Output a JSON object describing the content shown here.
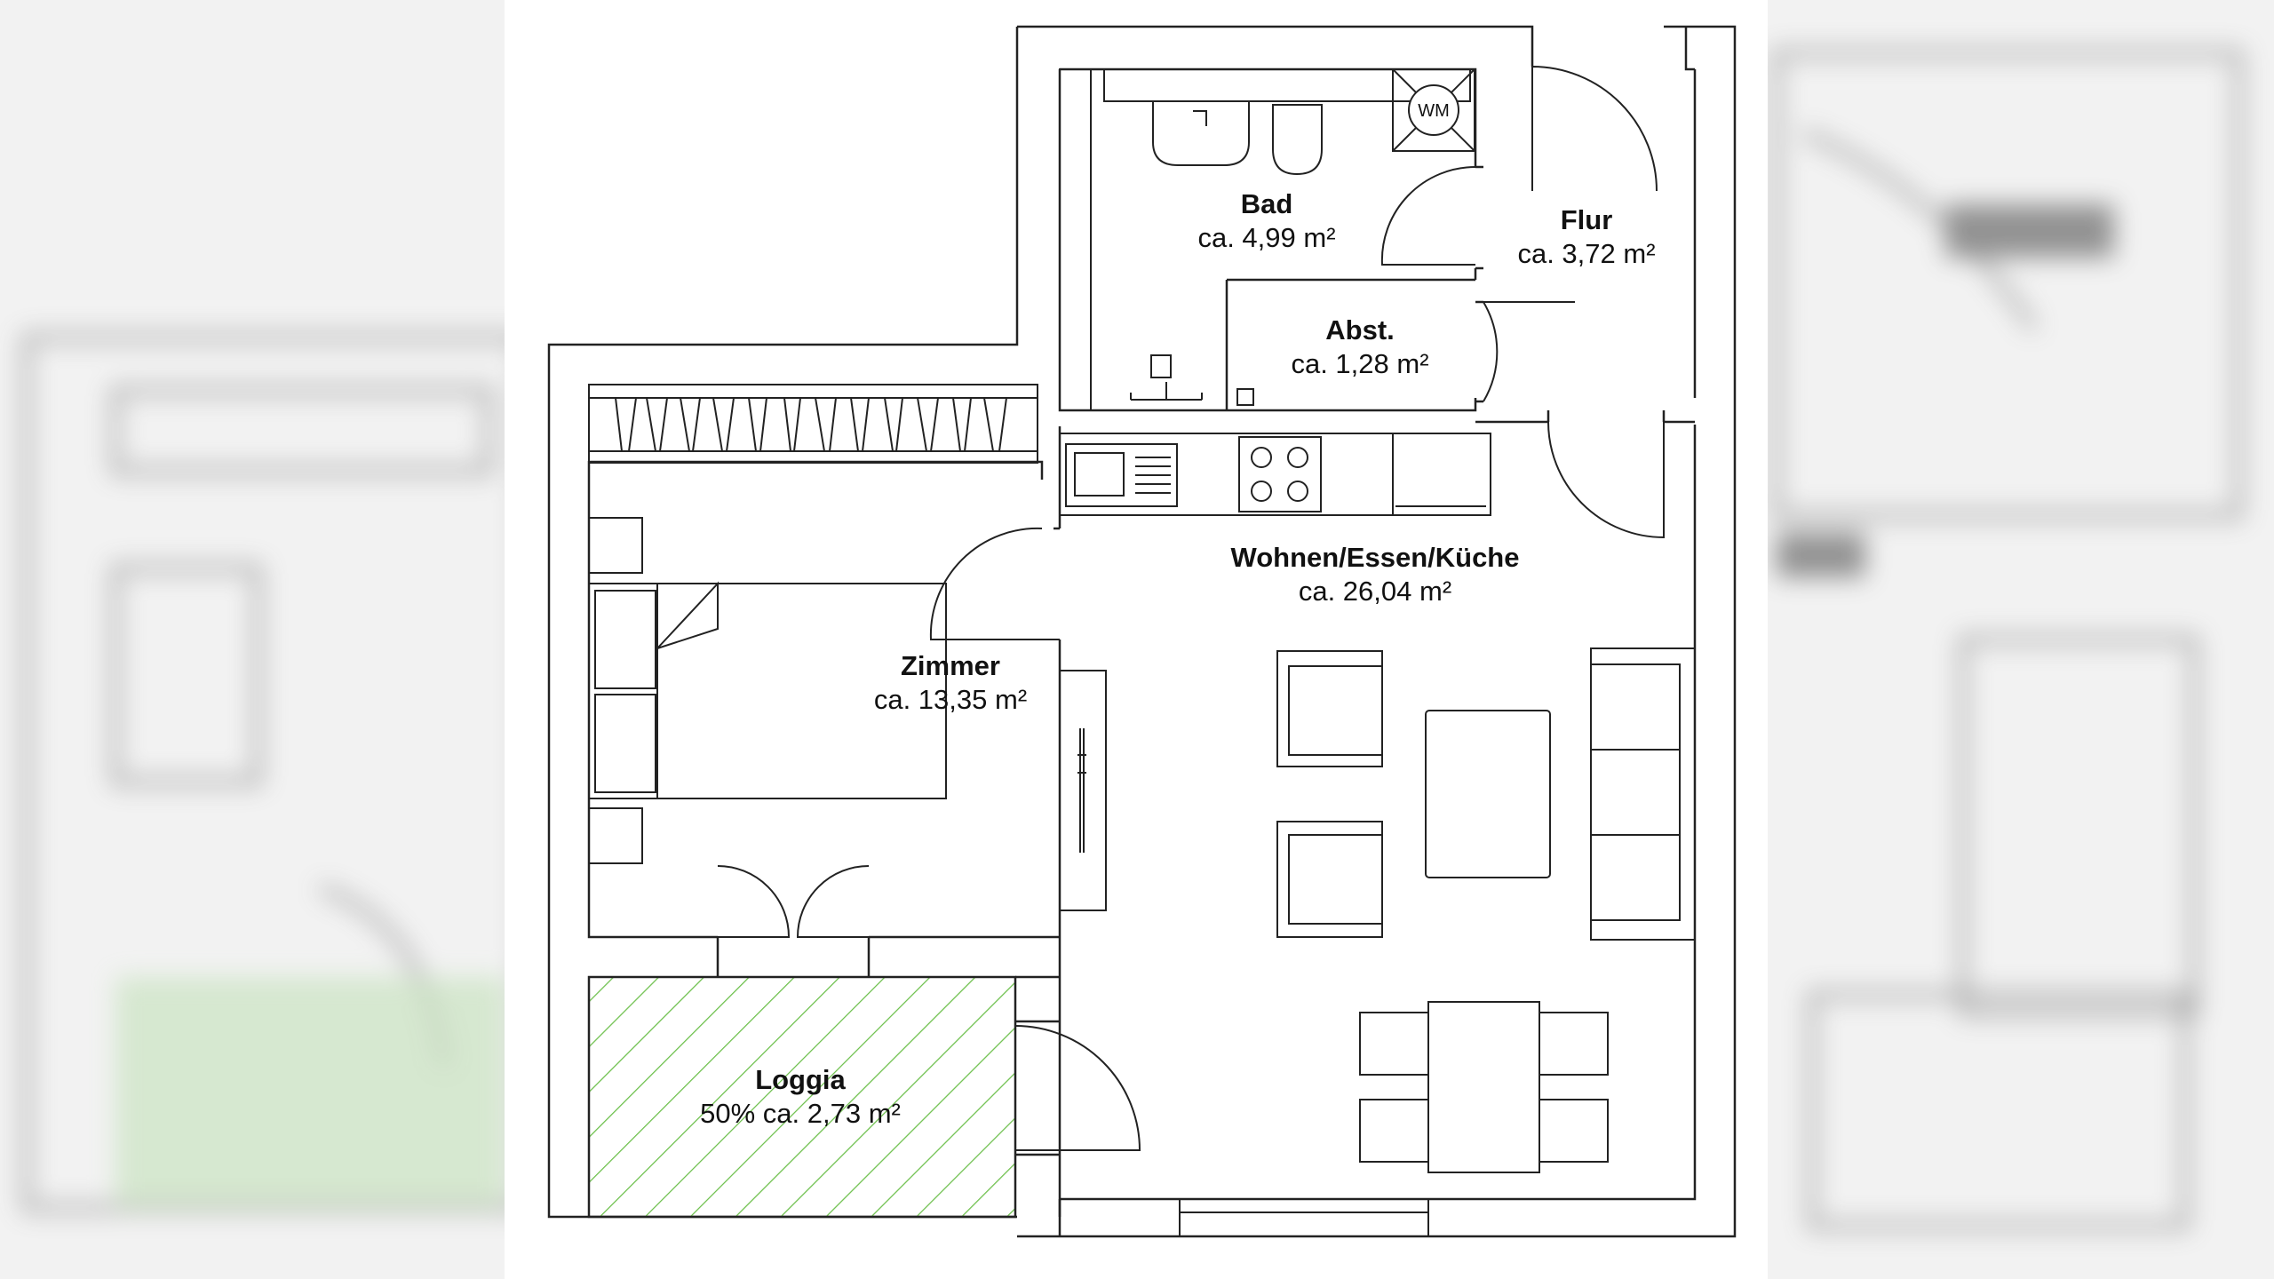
{
  "rooms": {
    "bad": {
      "name": "Bad",
      "area": "ca. 4,99 m²"
    },
    "flur": {
      "name": "Flur",
      "area": "ca. 3,72 m²"
    },
    "abst": {
      "name": "Abst.",
      "area": "ca. 1,28 m²"
    },
    "wohnen": {
      "name": "Wohnen/Essen/Küche",
      "area": "ca. 26,04 m²"
    },
    "zimmer": {
      "name": "Zimmer",
      "area": "ca. 13,35 m²"
    },
    "loggia": {
      "name": "Loggia",
      "area": "50% ca. 2,73 m²"
    }
  },
  "fixtures": {
    "washing_machine": "WM"
  },
  "colors": {
    "wall": "#222222",
    "loggia_hatch": "#6bbf4a",
    "background": "#ffffff",
    "outside": "#f2f2f2"
  }
}
